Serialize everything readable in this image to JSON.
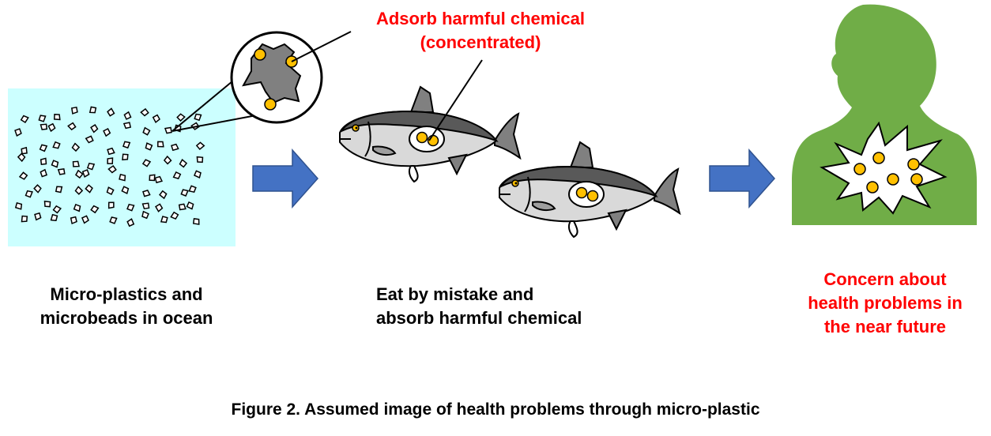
{
  "labels": {
    "adsorb": [
      "Adsorb harmful chemical",
      "(concentrated)"
    ],
    "ocean": [
      "Micro-plastics and",
      "microbeads in ocean"
    ],
    "eat": [
      "Eat by mistake and",
      "absorb harmful chemical"
    ],
    "concern": [
      "Concern about",
      "health problems in",
      "the near future"
    ]
  },
  "caption": "Figure 2.  Assumed image of health problems through micro-plastic",
  "colors": {
    "ocean_bg": "#ccffff",
    "arrow": "#4472c4",
    "chemical": "#ffc000",
    "person": "#70ad47",
    "label_red": "#ff0000",
    "fish_body": "#d9d9d9",
    "fish_back": "#595959"
  }
}
